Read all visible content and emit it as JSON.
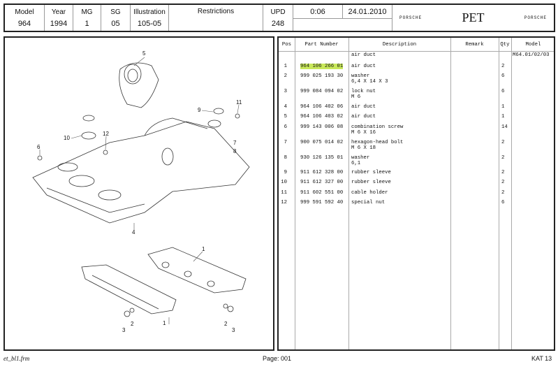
{
  "header": {
    "cols": [
      {
        "label": "Model",
        "value": "964"
      },
      {
        "label": "Year",
        "value": "1994"
      },
      {
        "label": "MG",
        "value": "1"
      },
      {
        "label": "SG",
        "value": "05"
      },
      {
        "label": "Illustration",
        "value": "105-05"
      },
      {
        "label": "Restrictions",
        "value": ""
      },
      {
        "label": "UPD",
        "value": "248"
      }
    ],
    "time": "0:06",
    "date": "24.01.2010",
    "brand_left": "PORSCHE",
    "app": "PET",
    "brand_right": "PORSCHE"
  },
  "table": {
    "headers": {
      "pos": "Pos",
      "part": "Part Number",
      "desc": "Description",
      "remark": "Remark",
      "qty": "Qty",
      "model": "Model"
    },
    "rows": [
      {
        "pos": "",
        "part": "",
        "desc": "air duct",
        "desc2": "",
        "qty": "",
        "model": "M64.01/02/03"
      },
      {
        "pos": "1",
        "part": "964 106 266 01",
        "desc": "air duct",
        "desc2": "",
        "qty": "2",
        "model": "",
        "highlight": true
      },
      {
        "pos": "2",
        "part": "999 025 193 30",
        "desc": "washer",
        "desc2": "6,4 X 14 X 3",
        "qty": "6",
        "model": ""
      },
      {
        "pos": "3",
        "part": "999 084 094 02",
        "desc": "lock nut",
        "desc2": "M 6",
        "qty": "6",
        "model": ""
      },
      {
        "pos": "4",
        "part": "964 106 402 06",
        "desc": "air duct",
        "desc2": "",
        "qty": "1",
        "model": ""
      },
      {
        "pos": "5",
        "part": "964 106 403 02",
        "desc": "air duct",
        "desc2": "",
        "qty": "1",
        "model": ""
      },
      {
        "pos": "6",
        "part": "999 143 006 08",
        "desc": "combination screw",
        "desc2": "M 6 X 16",
        "qty": "14",
        "model": ""
      },
      {
        "pos": "7",
        "part": "900 075 014 02",
        "desc": "hexagon-head bolt",
        "desc2": "M 6 X 18",
        "qty": "2",
        "model": ""
      },
      {
        "pos": "8",
        "part": "930 126 135 01",
        "desc": "washer",
        "desc2": "6,1",
        "qty": "2",
        "model": ""
      },
      {
        "pos": "9",
        "part": "911 612 328 00",
        "desc": "rubber sleeve",
        "desc2": "",
        "qty": "2",
        "model": ""
      },
      {
        "pos": "10",
        "part": "911 612 327 00",
        "desc": "rubber sleeve",
        "desc2": "",
        "qty": "2",
        "model": ""
      },
      {
        "pos": "11",
        "part": "911 602 551 00",
        "desc": "cable holder",
        "desc2": "",
        "qty": "2",
        "model": ""
      },
      {
        "pos": "12",
        "part": "999 591 592 40",
        "desc": "special nut",
        "desc2": "",
        "qty": "6",
        "model": ""
      }
    ]
  },
  "callouts": [
    "5",
    "11",
    "9",
    "10",
    "12",
    "6",
    "7",
    "8",
    "4",
    "1",
    "3",
    "2",
    "1",
    "2",
    "3"
  ],
  "footer": {
    "file": "et_bl1.frm",
    "page": "Page: 001",
    "kat": "KAT 13"
  },
  "highlight_color": "#c8e85a"
}
